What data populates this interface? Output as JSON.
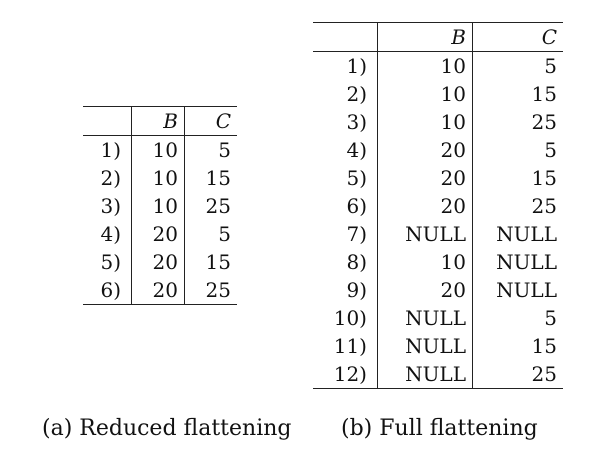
{
  "table_a": {
    "headers": [
      "",
      "B",
      "C"
    ],
    "rows": [
      [
        "1)",
        "10",
        "5"
      ],
      [
        "2)",
        "10",
        "15"
      ],
      [
        "3)",
        "10",
        "25"
      ],
      [
        "4)",
        "20",
        "5"
      ],
      [
        "5)",
        "20",
        "15"
      ],
      [
        "6)",
        "20",
        "25"
      ]
    ]
  },
  "table_b": {
    "headers": [
      "",
      "B",
      "C"
    ],
    "rows": [
      [
        "1)",
        "10",
        "5"
      ],
      [
        "2)",
        "10",
        "15"
      ],
      [
        "3)",
        "10",
        "25"
      ],
      [
        "4)",
        "20",
        "5"
      ],
      [
        "5)",
        "20",
        "15"
      ],
      [
        "6)",
        "20",
        "25"
      ],
      [
        "7)",
        "NULL",
        "NULL"
      ],
      [
        "8)",
        "10",
        "NULL"
      ],
      [
        "9)",
        "20",
        "NULL"
      ],
      [
        "10)",
        "NULL",
        "5"
      ],
      [
        "11)",
        "NULL",
        "15"
      ],
      [
        "12)",
        "NULL",
        "25"
      ]
    ]
  },
  "captions": {
    "a": "(a) Reduced flattening",
    "b": "(b) Full flattening"
  }
}
